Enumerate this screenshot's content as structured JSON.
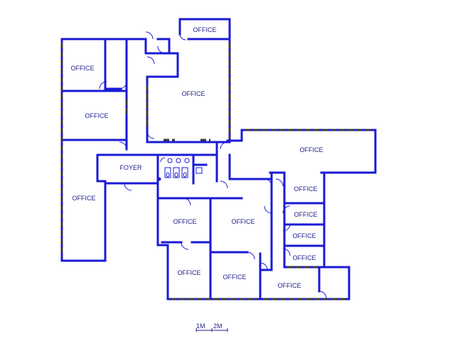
{
  "rooms": [
    {
      "id": "office-top",
      "label": "OFFICE"
    },
    {
      "id": "office-nw",
      "label": "OFFICE"
    },
    {
      "id": "office-north-large",
      "label": "OFFICE"
    },
    {
      "id": "office-west-mid",
      "label": "OFFICE"
    },
    {
      "id": "office-east-wing",
      "label": "OFFICE"
    },
    {
      "id": "foyer",
      "label": "FOYER"
    },
    {
      "id": "office-sw",
      "label": "OFFICE"
    },
    {
      "id": "office-e1",
      "label": "OFFICE"
    },
    {
      "id": "office-e2",
      "label": "OFFICE"
    },
    {
      "id": "office-e3",
      "label": "OFFICE"
    },
    {
      "id": "office-e4",
      "label": "OFFICE"
    },
    {
      "id": "office-c1",
      "label": "OFFICE"
    },
    {
      "id": "office-c2",
      "label": "OFFICE"
    },
    {
      "id": "office-s1",
      "label": "OFFICE"
    },
    {
      "id": "office-s2",
      "label": "OFFICE"
    },
    {
      "id": "office-s3",
      "label": "OFFICE"
    }
  ],
  "scale": {
    "label_1": "1M",
    "label_2": "2M"
  },
  "colors": {
    "wall": "#1a1ad6",
    "text": "#1e1e8c",
    "window": "#3a3a3a"
  }
}
